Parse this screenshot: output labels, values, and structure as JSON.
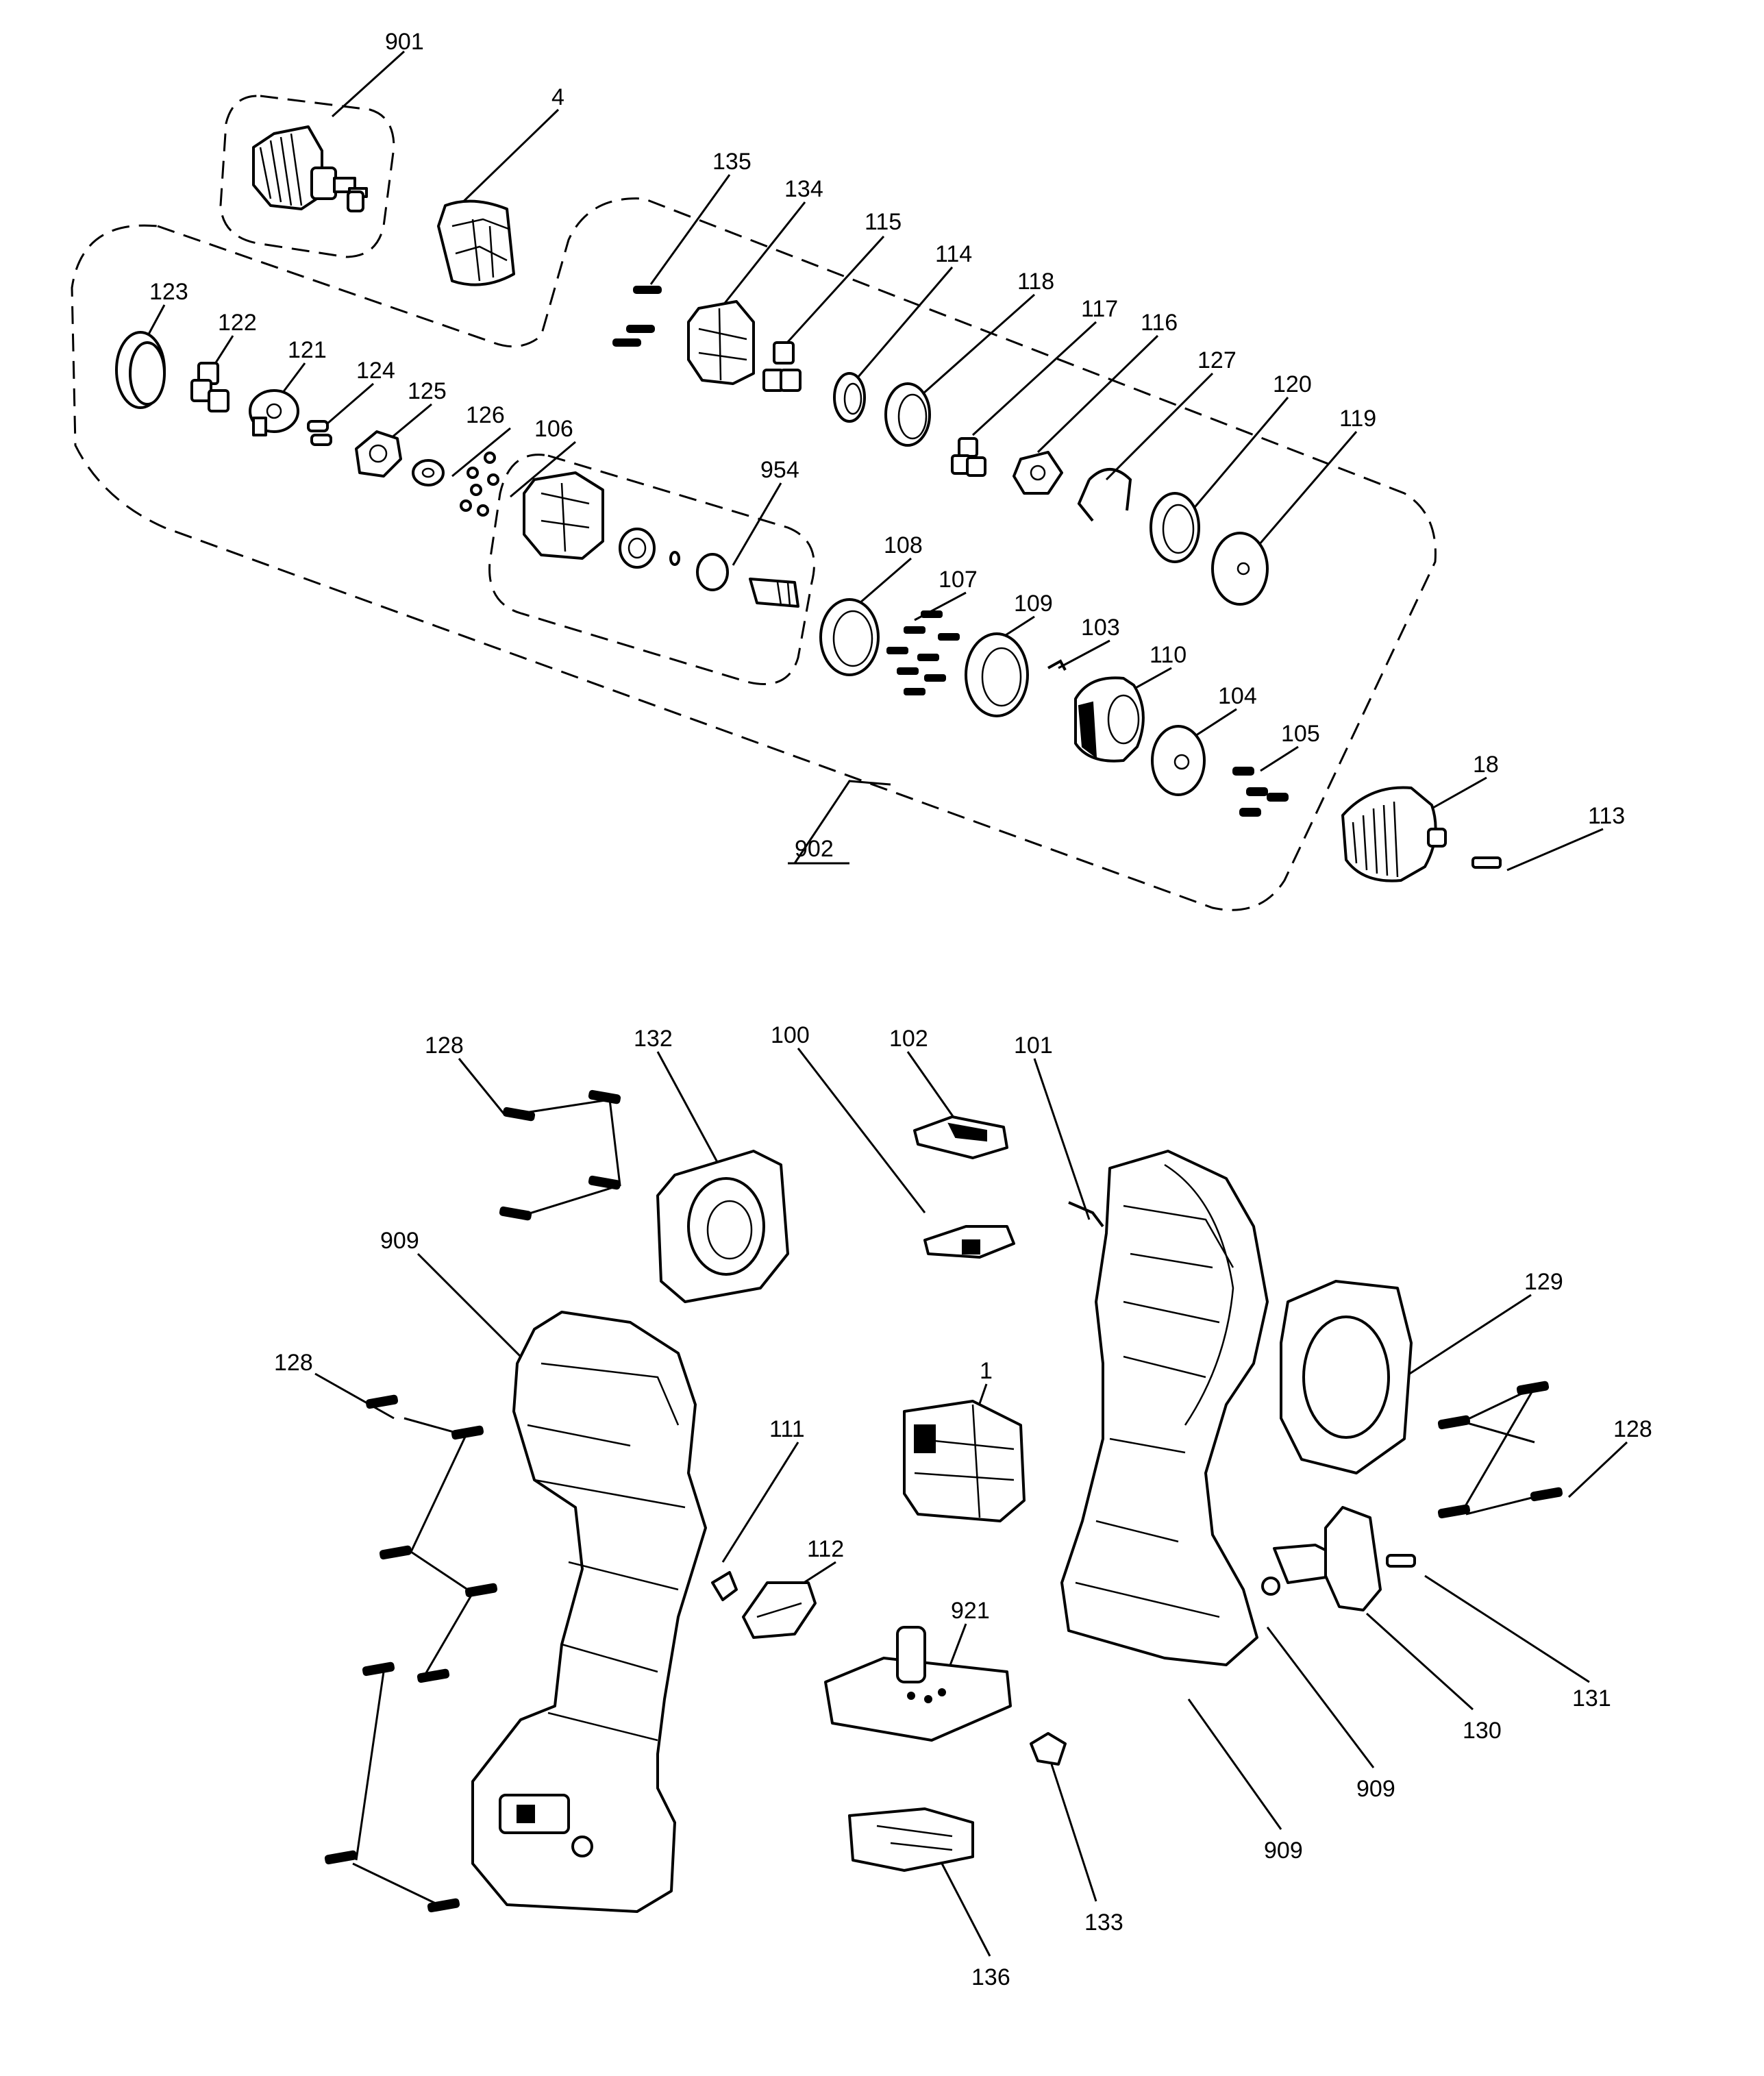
{
  "diagram": {
    "title": "Exploded parts diagram",
    "labels": {
      "l901": "901",
      "l4": "4",
      "l135": "135",
      "l134": "134",
      "l115": "115",
      "l114": "114",
      "l118": "118",
      "l117": "117",
      "l116": "116",
      "l127": "127",
      "l120": "120",
      "l119": "119",
      "l123": "123",
      "l122": "122",
      "l121": "121",
      "l124": "124",
      "l125": "125",
      "l126": "126",
      "l106": "106",
      "l954": "954",
      "l108": "108",
      "l107": "107",
      "l109": "109",
      "l103": "103",
      "l110": "110",
      "l104": "104",
      "l105": "105",
      "l18": "18",
      "l113": "113",
      "l902": "902",
      "l128a": "128",
      "l132": "132",
      "l100": "100",
      "l102": "102",
      "l101": "101",
      "l909a": "909",
      "l129": "129",
      "l128b": "128",
      "l128c": "128",
      "l1": "1",
      "l111": "111",
      "l112": "112",
      "l921": "921",
      "l131": "131",
      "l130": "130",
      "l909b": "909",
      "l909c": "909",
      "l133": "133",
      "l136": "136"
    }
  }
}
